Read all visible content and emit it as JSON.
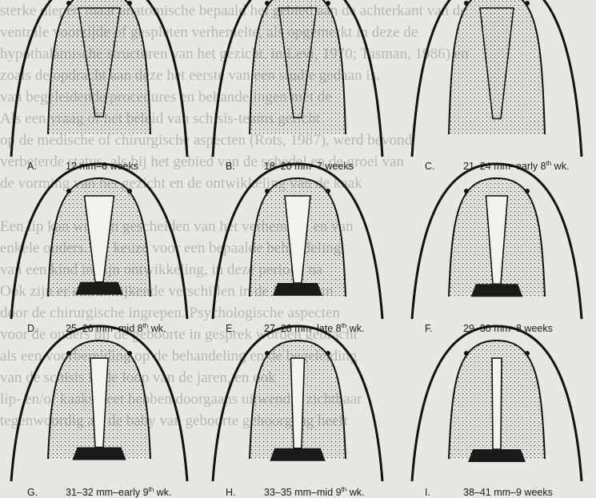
{
  "background_text": [
    "sterke dieper, maar anatomische bepaald het gebied aan de achterkant van de",
    "ventrale voorzijde of gespleten verhemelte, als opgemerkt in deze de",
    "hypothalamische structuren van het gezicht, in Levi, 1970; Tasman, 1986) en",
    "zoals de opdracht aan deze het eerste van een studie gedaan is.",
    "van begeleidende procedures en behandelingen met de",
    "Als een vraag of het beleid van schisis-teams gericht",
    "op de medische of chirurgische aspecten (Rots, 1987), werd bevond",
    "verbeterde status, als bij het gebied van de schedel en de groei van",
    "de vorming van het gezicht en de ontwikkeling van de kaak",
    "",
    "Een lip kan worden gescheiden van het verhemelte en van",
    "enkele ouders. De keuze voor een bepaalde behandeling",
    "van een kind in zijn ontwikkeling, in deze periode na",
    "Ook zijn er een afwijkende verschillen in de kaakvorm",
    "door de chirurgische ingrepen. Psychologische aspecten",
    "voor de ouders bij de geboorte in gesprek worden gebracht",
    "als een voorbereiding op de behandeling en de begeleiding",
    "van de schisis in de loop van de jaren, en ook",
    "lip- en/of kaakspleet hebben doorgaans uitwendig zichtbaar",
    "tegenwoordig als de baby van geboorte gehoorgang heeft"
  ],
  "panels": [
    {
      "letter": "A.",
      "desc": "12 mm–6 weeks",
      "sup": "",
      "tail": ""
    },
    {
      "letter": "B.",
      "desc": "18–20 mm–7 weeks",
      "sup": "",
      "tail": ""
    },
    {
      "letter": "C.",
      "desc": "21–24 mm–early 8",
      "sup": "th",
      "tail": " wk."
    },
    {
      "letter": "D.",
      "desc": "25–26 mm–mid 8",
      "sup": "th",
      "tail": " wk."
    },
    {
      "letter": "E.",
      "desc": "27–28 mm–late 8",
      "sup": "th",
      "tail": " wk."
    },
    {
      "letter": "F.",
      "desc": "29–30 mm–8 weeks",
      "sup": "",
      "tail": ""
    },
    {
      "letter": "G.",
      "desc": "31–32 mm–early 9",
      "sup": "th",
      "tail": " wk."
    },
    {
      "letter": "H.",
      "desc": "33–35 mm–mid 9",
      "sup": "th",
      "tail": " wk."
    },
    {
      "letter": "I.",
      "desc": "38–41 mm–9 weeks",
      "sup": "",
      "tail": ""
    }
  ]
}
